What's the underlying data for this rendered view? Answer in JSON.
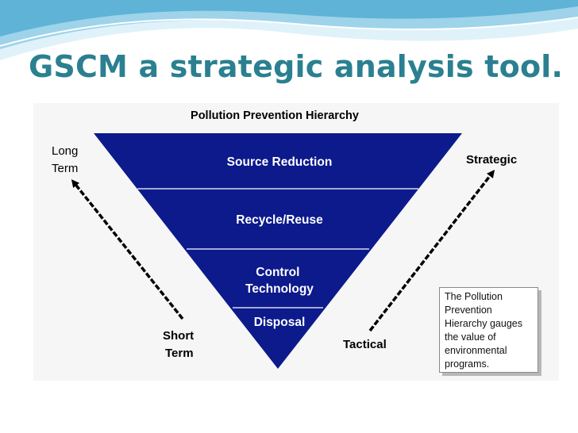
{
  "slide": {
    "title": "GSCM a strategic analysis tool."
  },
  "diagram": {
    "title": "Pollution Prevention Hierarchy",
    "levels": [
      {
        "lines": [
          "Source Reduction"
        ]
      },
      {
        "lines": [
          "Recycle/Reuse"
        ]
      },
      {
        "lines": [
          "Control",
          "Technology"
        ]
      },
      {
        "lines": [
          "Disposal"
        ]
      }
    ],
    "left_arrow": {
      "top_label": [
        "Long",
        "Term"
      ],
      "bottom_label": [
        "Short",
        "Term"
      ]
    },
    "right_arrow": {
      "top_label": [
        "Strategic"
      ],
      "bottom_label": [
        "Tactical"
      ]
    },
    "note": "The Pollution Prevention Hierarchy gauges the value of environmental programs."
  },
  "colors": {
    "title": "#2a8090",
    "triangle_fill": "#0c1a8c",
    "divider": "#ffffff",
    "wave_light": "#dff2fa",
    "wave_mid": "#9ed3ea",
    "wave_deep": "#5eb3d6"
  }
}
